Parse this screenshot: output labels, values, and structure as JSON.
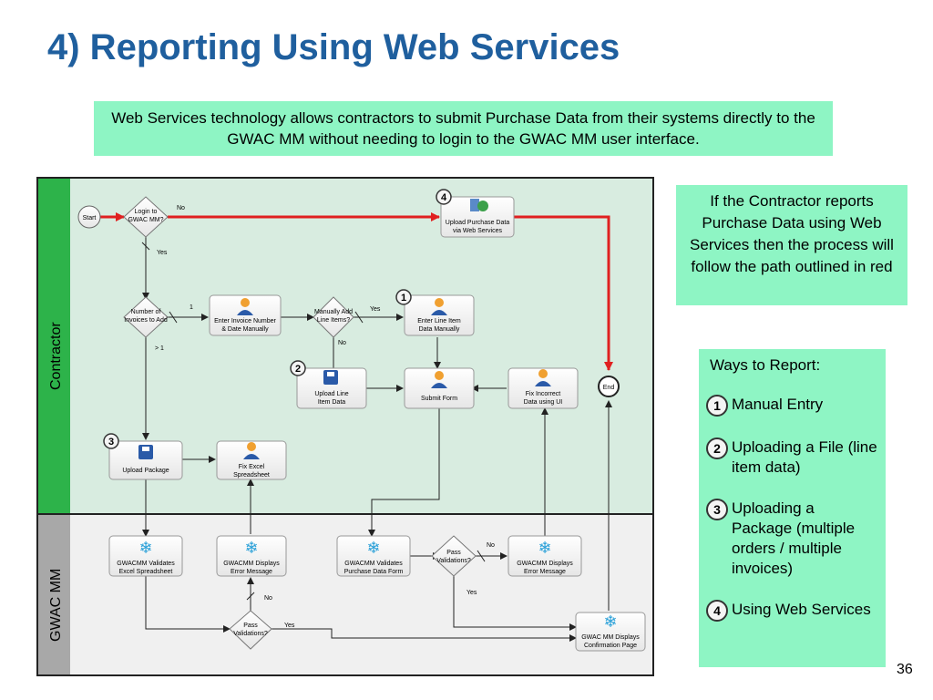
{
  "title": "4) Reporting Using Web Services",
  "intro": "Web Services technology allows contractors to submit Purchase Data from their systems directly to the GWAC MM without needing to login to the GWAC MM user interface.",
  "note": "If the Contractor reports Purchase Data using Web Services then the process will follow the path outlined in red",
  "ways": {
    "header": "Ways to Report:",
    "items": [
      {
        "num": "1",
        "label": "Manual Entry"
      },
      {
        "num": "2",
        "label": "Uploading a File (line item data)"
      },
      {
        "num": "3",
        "label": "Uploading a Package (multiple orders / multiple invoices)"
      },
      {
        "num": "4",
        "label": "Using Web Services"
      }
    ]
  },
  "page_number": "36",
  "lanes": {
    "contractor": "Contractor",
    "gwac": "GWAC MM"
  },
  "nodes": {
    "start": "Start",
    "login_1": "Login to",
    "login_2": "GWAC MM?",
    "upload_ws_1": "Upload Purchase Data",
    "upload_ws_2": "via Web Services",
    "num_inv_1": "Number of",
    "num_inv_2": "Invoices to Add",
    "enter_inv_1": "Enter Invoice Number",
    "enter_inv_2": "& Date Manually",
    "manual_add_1": "Manually Add",
    "manual_add_2": "Line Items?",
    "enter_line_1": "Enter Line Item",
    "enter_line_2": "Data Manually",
    "upload_line_1": "Upload Line",
    "upload_line_2": "Item Data",
    "submit_form": "Submit Form",
    "fix_incorrect_1": "Fix Incorrect",
    "fix_incorrect_2": "Data using UI",
    "end": "End",
    "upload_pkg": "Upload Package",
    "fix_excel_1": "Fix Excel",
    "fix_excel_2": "Spreadsheet",
    "val_excel_1": "GWACMM Validates",
    "val_excel_2": "Excel Spreadsheet",
    "err1_1": "GWACMM Displays",
    "err1_2": "Error Message",
    "val_form_1": "GWACMM Validates",
    "val_form_2": "Purchase Data Form",
    "pass1_1": "Pass",
    "pass1_2": "Validations?",
    "err2_1": "GWACMM Displays",
    "err2_2": "Error Message",
    "pass2_1": "Pass",
    "pass2_2": "Validations?",
    "confirm_1": "GWAC MM Displays",
    "confirm_2": "Confirmation Page"
  },
  "edge_labels": {
    "no": "No",
    "yes": "Yes",
    "one": "1",
    "gt1": "> 1"
  },
  "markers": {
    "m1": "1",
    "m2": "2",
    "m3": "3",
    "m4": "4"
  },
  "colors": {
    "title": "#1f5f9e",
    "callout_bg": "#8ef5c4",
    "red_path": "#e02020",
    "contractor_lane": "#2db34a",
    "gwac_lane": "#a8a8a8"
  }
}
